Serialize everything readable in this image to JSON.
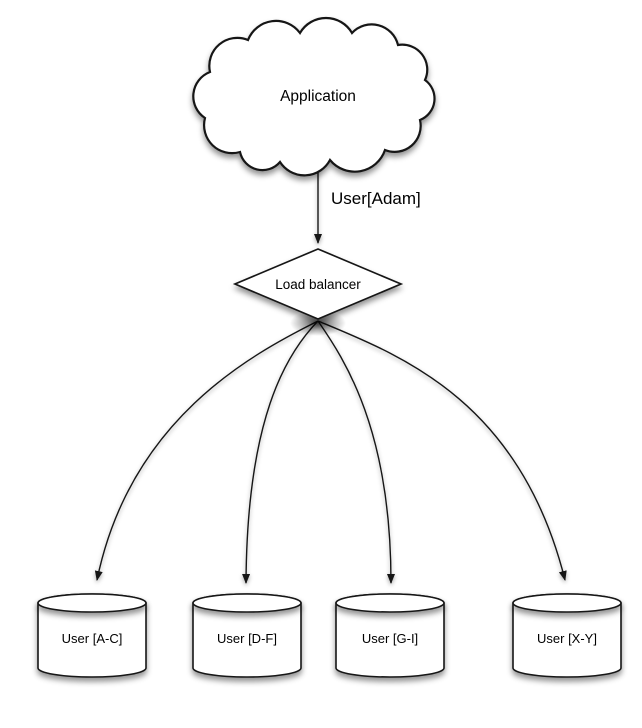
{
  "diagram": {
    "type": "database-sharding-diagram",
    "nodes": {
      "application": {
        "label": "Application",
        "shape": "cloud"
      },
      "load_balancer": {
        "label": "Load balancer",
        "shape": "diamond"
      },
      "shards": [
        {
          "label": "User [A-C]",
          "shape": "cylinder"
        },
        {
          "label": "User [D-F]",
          "shape": "cylinder"
        },
        {
          "label": "User [G-I]",
          "shape": "cylinder"
        },
        {
          "label": "User [X-Y]",
          "shape": "cylinder"
        }
      ]
    },
    "edges": {
      "app_to_lb": {
        "label": "User[Adam]",
        "from": "application",
        "to": "load_balancer"
      },
      "lb_to_shards": [
        {
          "from": "load_balancer",
          "to": "User [A-C]"
        },
        {
          "from": "load_balancer",
          "to": "User [D-F]"
        },
        {
          "from": "load_balancer",
          "to": "User [G-I]"
        },
        {
          "from": "load_balancer",
          "to": "User [X-Y]"
        }
      ]
    },
    "colors": {
      "background": "#ffffff",
      "stroke": "#161616",
      "shape_fill": "#ffffff",
      "text": "#000000"
    }
  }
}
